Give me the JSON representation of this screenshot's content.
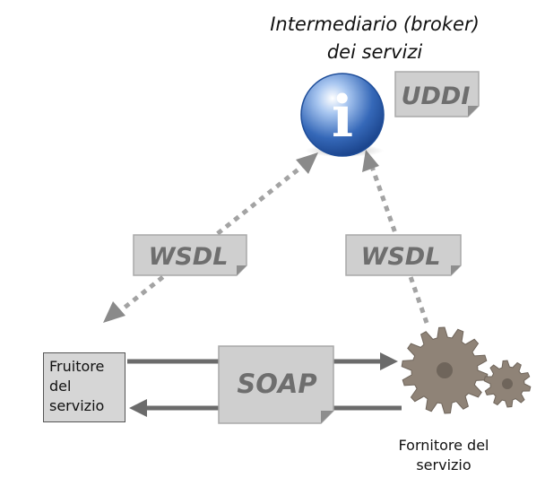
{
  "broker": {
    "title_line1": "Intermediario (broker)",
    "title_line2": "dei servizi",
    "info_icon_glyph": "i"
  },
  "documents": {
    "uddi": "UDDI",
    "wsdl_left": "WSDL",
    "wsdl_right": "WSDL",
    "soap": "SOAP"
  },
  "consumer": {
    "line1": "Fruitore",
    "line2": "del",
    "line3": "servizio"
  },
  "provider": {
    "line1": "Fornitore del",
    "line2": "servizio",
    "icon": "gears-icon"
  },
  "colors": {
    "doc_fill": "#cfcfcf",
    "doc_border": "#a9a9a9",
    "doc_text": "#6e6e6e",
    "arrow": "#8a8a8a",
    "soap_arrow": "#6b6b6b",
    "gear": "#8f8377",
    "info_blue": "#2d63b8"
  }
}
